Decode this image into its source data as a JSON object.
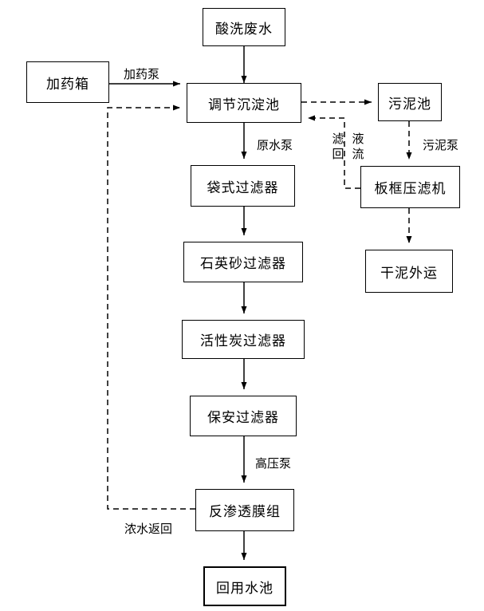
{
  "nodes": {
    "acid_wastewater": "酸洗废水",
    "dosing_tank": "加药箱",
    "regulating_tank": "调节沉淀池",
    "sludge_tank": "污泥池",
    "bag_filter": "袋式过滤器",
    "plate_frame_press": "板框压滤机",
    "quartz_sand_filter": "石英砂过滤器",
    "dry_sludge_out": "干泥外运",
    "activated_carbon_filter": "活性炭过滤器",
    "security_filter": "保安过滤器",
    "ro_membrane": "反渗透膜组",
    "reuse_tank": "回用水池"
  },
  "edge_labels": {
    "dosing_pump": "加药泵",
    "raw_water_pump": "原水泵",
    "sludge_pump": "污泥泵",
    "filtrate_return_col1": "滤回",
    "filtrate_return_col2": "液流",
    "high_pressure_pump": "高压泵",
    "concentrate_return": "浓水返回"
  }
}
